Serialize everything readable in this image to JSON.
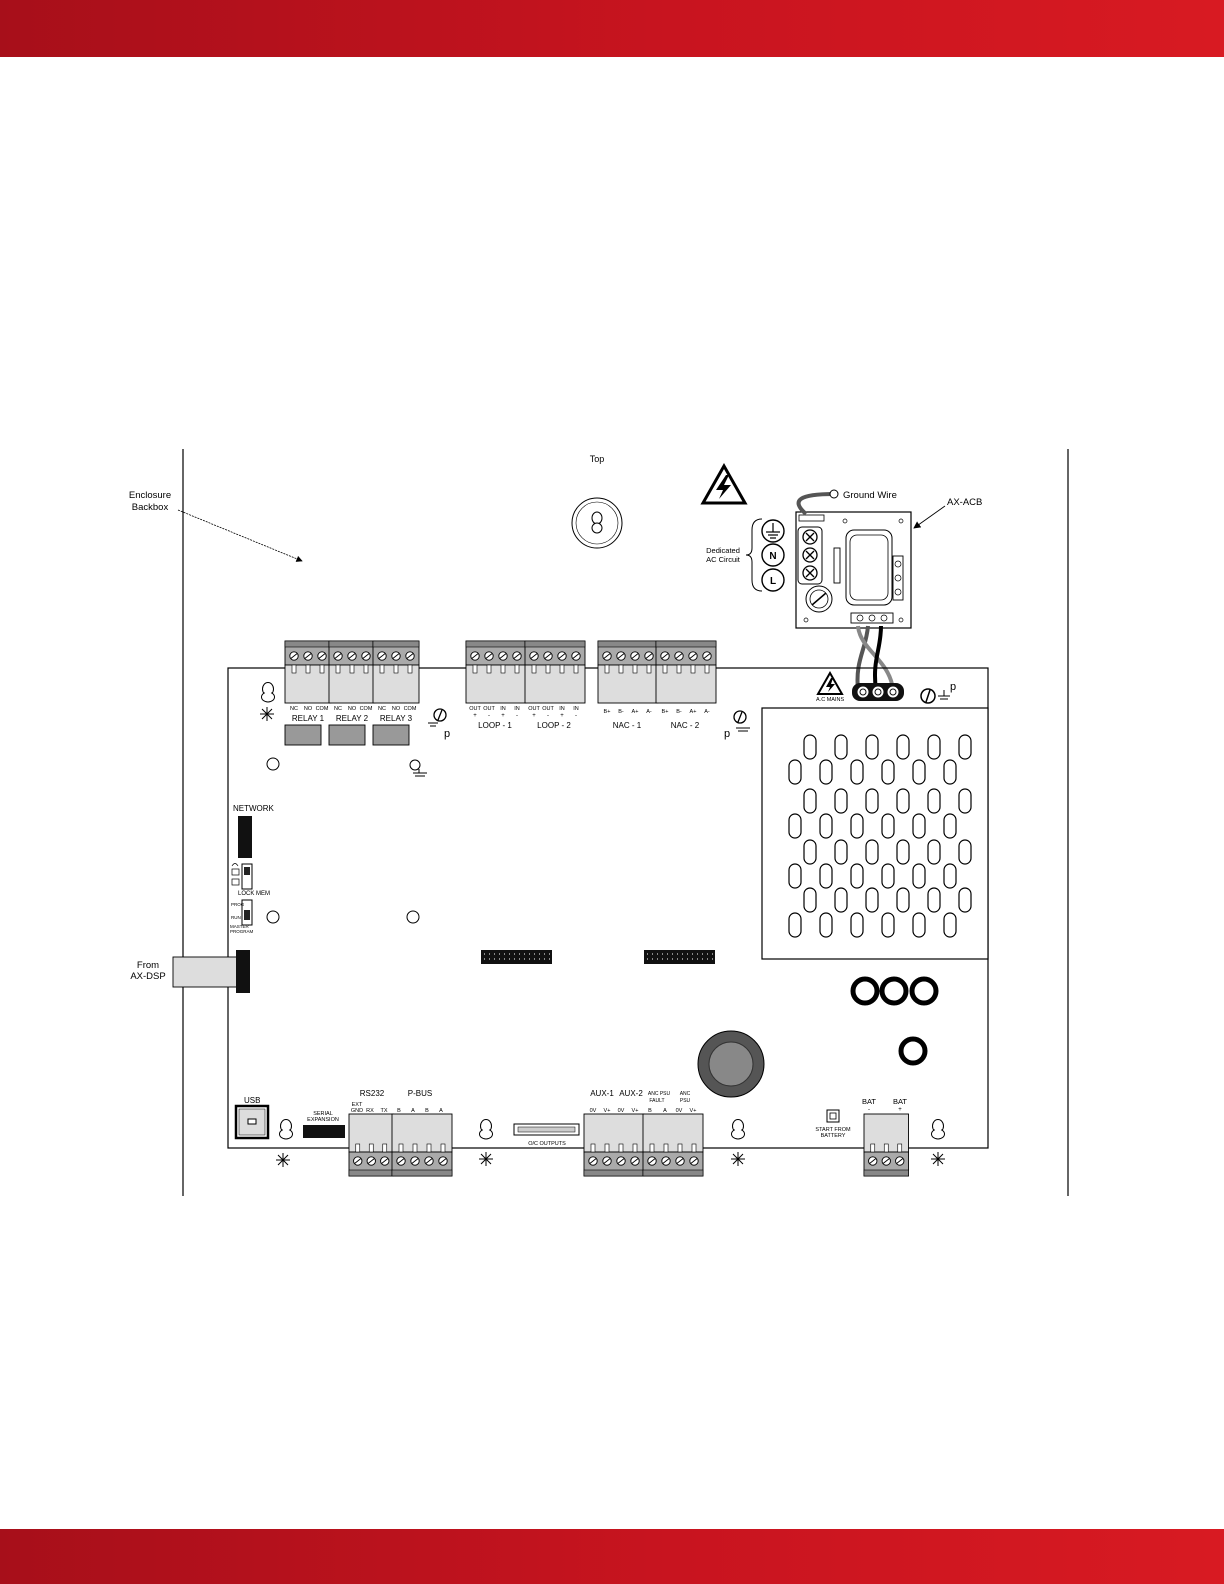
{
  "page": {
    "band_color": "#c8141f"
  },
  "diagram": {
    "labels": {
      "top": "Top",
      "enclosure": [
        "Enclosure",
        "Backbox"
      ],
      "from_dsp": [
        "From",
        "AX-DSP"
      ],
      "ground_wire": "Ground Wire",
      "ax_acb": "AX-ACB",
      "dedicated": [
        "Dedicated",
        "AC Circuit"
      ],
      "ac_mains": "A.C MAINS",
      "network": "NETWORK",
      "usb": "USB",
      "serial": [
        "SERIAL",
        "EXPANSION"
      ],
      "rs232": "RS232",
      "pbus": "P-BUS",
      "oc_outputs": "O/C OUTPUTS",
      "aux1": "AUX-1",
      "aux2": "AUX-2",
      "start_battery": [
        "START FROM",
        "BATTERY"
      ],
      "bat_minus": "BAT",
      "bat_plus": "BAT",
      "lock_mem": "LOCK MEM",
      "prog": "PROG",
      "run": "RUN",
      "master_program": [
        "MASTER",
        "PROGRAM"
      ],
      "p": "p"
    },
    "terminals_N": "N",
    "terminals_L": "L",
    "relays": [
      {
        "name": "RELAY 1",
        "pins": [
          "NC",
          "NO",
          "COM"
        ]
      },
      {
        "name": "RELAY 2",
        "pins": [
          "NC",
          "NO",
          "COM"
        ]
      },
      {
        "name": "RELAY 3",
        "pins": [
          "NC",
          "NO",
          "COM"
        ]
      }
    ],
    "loops": [
      {
        "name": "LOOP - 1",
        "pins": [
          "OUT",
          "OUT",
          "IN",
          "IN"
        ],
        "signs": [
          "+",
          "-",
          "+",
          "-"
        ]
      },
      {
        "name": "LOOP - 2",
        "pins": [
          "OUT",
          "OUT",
          "IN",
          "IN"
        ],
        "signs": [
          "+",
          "-",
          "+",
          "-"
        ]
      }
    ],
    "nacs": [
      {
        "name": "NAC - 1",
        "pins": [
          "B+",
          "B-",
          "A+",
          "A-"
        ]
      },
      {
        "name": "NAC - 2",
        "pins": [
          "B+",
          "B-",
          "A+",
          "A-"
        ]
      }
    ],
    "bottom_pins": {
      "rs232": [
        "EXT",
        "GND",
        "RX",
        "TX"
      ],
      "pbus": [
        "B",
        "A",
        "B",
        "A"
      ],
      "aux": [
        "0V",
        "V+",
        "0V",
        "V+"
      ],
      "anc": [
        "ANC PSU",
        "FAULT",
        "B",
        "A",
        "ANC",
        "PSU",
        "0V",
        "V+"
      ],
      "bat": [
        "-",
        "+"
      ]
    }
  }
}
